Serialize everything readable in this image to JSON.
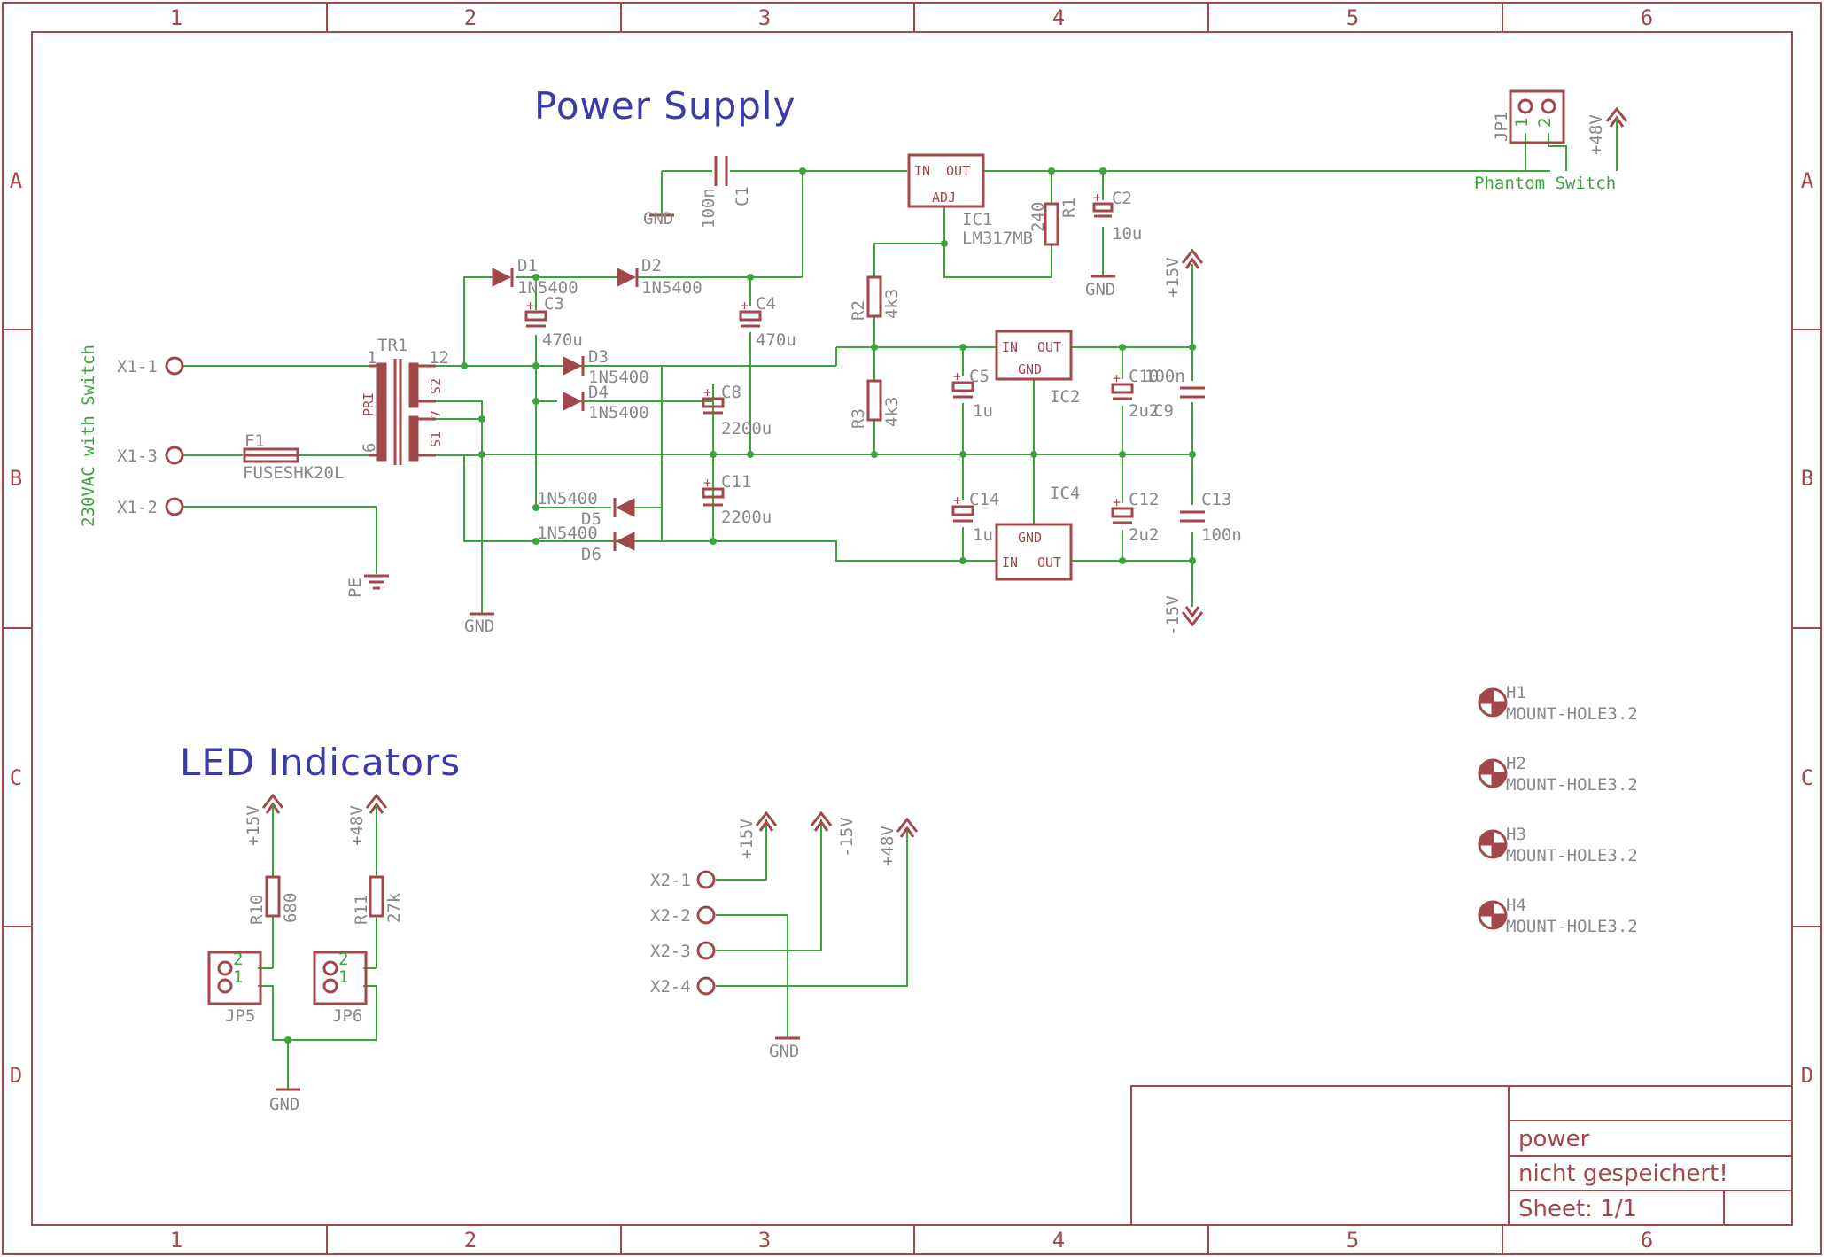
{
  "sheet": {
    "columns": [
      "1",
      "2",
      "3",
      "4",
      "5",
      "6"
    ],
    "rows": [
      "A",
      "B",
      "C",
      "D"
    ],
    "title_block": {
      "name": "power",
      "status": "nicht gespeichert!",
      "sheet": "Sheet: 1/1"
    }
  },
  "headings": {
    "power_supply": "Power Supply",
    "led_indicators": "LED Indicators"
  },
  "texts": {
    "mains": "230VAC with Switch",
    "phantom": "Phantom Switch"
  },
  "pins": {
    "x1_1": "X1-1",
    "x1_3": "X1-3",
    "x1_2": "X1-2",
    "x2_1": "X2-1",
    "x2_2": "X2-2",
    "x2_3": "X2-3",
    "x2_4": "X2-4"
  },
  "parts": {
    "tr1": {
      "name": "TR1",
      "pri": "PRI",
      "p1": "1",
      "p6": "6",
      "p12": "12",
      "s2": "S2",
      "p7": "7",
      "s1": "S1"
    },
    "f1": {
      "name": "F1",
      "value": "FUSESHK20L"
    },
    "c1": {
      "name": "C1",
      "value": "100n"
    },
    "ic1": {
      "name": "IC1",
      "value": "LM317MB",
      "in": "IN",
      "out": "OUT",
      "adj": "ADJ"
    },
    "r1": {
      "name": "R1",
      "value": "240"
    },
    "c2": {
      "name": "C2",
      "value": "10u"
    },
    "d1": {
      "name": "D1",
      "value": "1N5400"
    },
    "d2": {
      "name": "D2",
      "value": "1N5400"
    },
    "d3": {
      "name": "D3",
      "value": "1N5400"
    },
    "d4": {
      "name": "D4",
      "value": "1N5400"
    },
    "d5": {
      "name": "D5",
      "value": "1N5400"
    },
    "d6": {
      "name": "D6",
      "value": "1N5400"
    },
    "c3": {
      "name": "C3",
      "value": "470u"
    },
    "c4": {
      "name": "C4",
      "value": "470u"
    },
    "c8": {
      "name": "C8",
      "value": "2200u"
    },
    "c11": {
      "name": "C11",
      "value": "2200u"
    },
    "r2": {
      "name": "R2",
      "value": "4k3"
    },
    "r3": {
      "name": "R3",
      "value": "4k3"
    },
    "c5": {
      "name": "C5",
      "value": "1u"
    },
    "c14": {
      "name": "C14",
      "value": "1u"
    },
    "ic2": {
      "name": "IC2",
      "in": "IN",
      "out": "OUT",
      "gnd": "GND"
    },
    "ic4": {
      "name": "IC4",
      "in": "IN",
      "out": "OUT",
      "gnd": "GND"
    },
    "c10": {
      "name": "C10",
      "value": "2u2"
    },
    "c9": {
      "name": "C9",
      "value": "100n"
    },
    "c12": {
      "name": "C12",
      "value": "2u2"
    },
    "c13": {
      "name": "C13",
      "value": "100n"
    },
    "jp1": {
      "name": "JP1",
      "p1": "1",
      "p2": "2"
    },
    "jp5": {
      "name": "JP5",
      "p1": "1",
      "p2": "2"
    },
    "jp6": {
      "name": "JP6",
      "p1": "1",
      "p2": "2"
    },
    "r10": {
      "name": "R10",
      "value": "680"
    },
    "r11": {
      "name": "R11",
      "value": "27k"
    },
    "pe": {
      "name": "PE"
    }
  },
  "nets": {
    "gnd": "GND",
    "p15": "+15V",
    "m15": "-15V",
    "p48": "+48V"
  },
  "holes": [
    {
      "name": "H1",
      "value": "MOUNT-HOLE3.2"
    },
    {
      "name": "H2",
      "value": "MOUNT-HOLE3.2"
    },
    {
      "name": "H3",
      "value": "MOUNT-HOLE3.2"
    },
    {
      "name": "H4",
      "value": "MOUNT-HOLE3.2"
    }
  ]
}
